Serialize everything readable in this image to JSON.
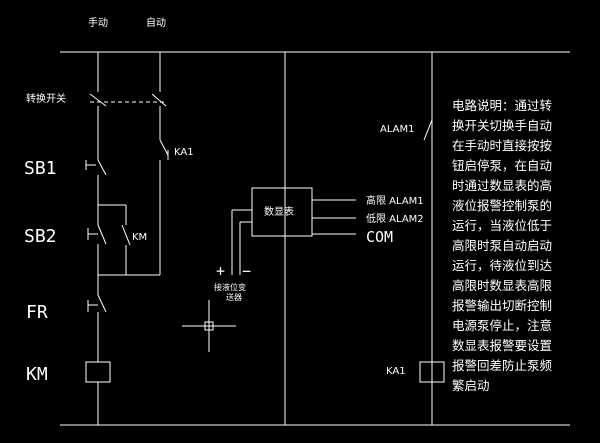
{
  "header": {
    "manual": "手动",
    "auto": "自动"
  },
  "labels": {
    "selector_switch": "转换开关",
    "sb1": "SB1",
    "sb2": "SB2",
    "fr": "FR",
    "km_coil": "KM",
    "km_contact": "KM",
    "ka1_contact": "KA1",
    "alam1_contact": "ALAM1",
    "ka1_coil": "KA1",
    "display_meter": "数显表",
    "out_high": "高限 ALAM1",
    "out_low": "低限 ALAM2",
    "out_com": "COM",
    "plus": "+",
    "minus": "−",
    "sensor_line1": "接液位变",
    "sensor_line2": "送器"
  },
  "notes": [
    "电路说明：通过转",
    "换开关切换手自动",
    "在手动时直接按按",
    "钮启停泵，在自动",
    "时通过数显表的高",
    "液位报警控制泵的",
    "运行，当液位低于",
    "高限时泵自动启动",
    "运行，待液位到达",
    "高限时数显表高限",
    "报警输出切断控制",
    "电源泵停止，注意",
    "数显表报警要设置",
    "报警回差防止泵频",
    "繁启动"
  ]
}
